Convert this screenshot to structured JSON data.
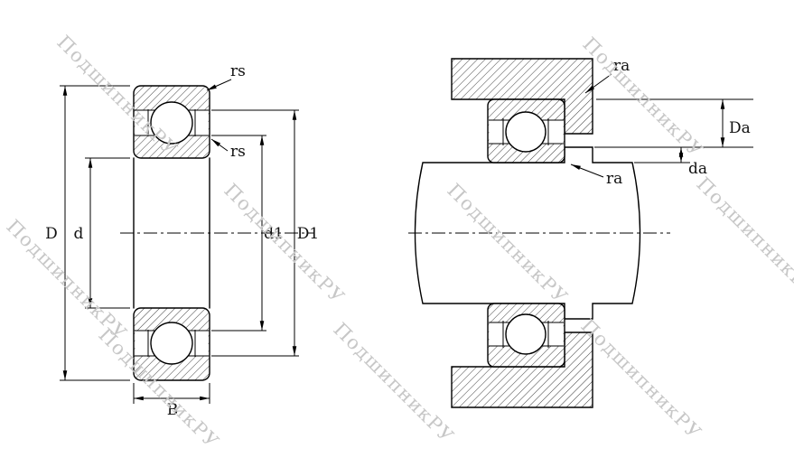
{
  "canvas": {
    "background": "#ffffff",
    "line_color": "#000000"
  },
  "watermark": {
    "text": "ПодшипникРУ",
    "color": "#c7c7c7"
  },
  "cross_section_view": {
    "labels": {
      "outer_diameter": "D",
      "bore_diameter": "d",
      "inner_ring_shoulder_diameter": "d1",
      "outer_ring_shoulder_diameter": "D1",
      "width": "B",
      "chamfer_outer": "rs",
      "chamfer_inner": "rs"
    }
  },
  "mounting_view": {
    "labels": {
      "housing_fillet": "ra",
      "shaft_fillet": "ra",
      "housing_shoulder_diameter": "Da",
      "shaft_shoulder_diameter": "da"
    }
  }
}
